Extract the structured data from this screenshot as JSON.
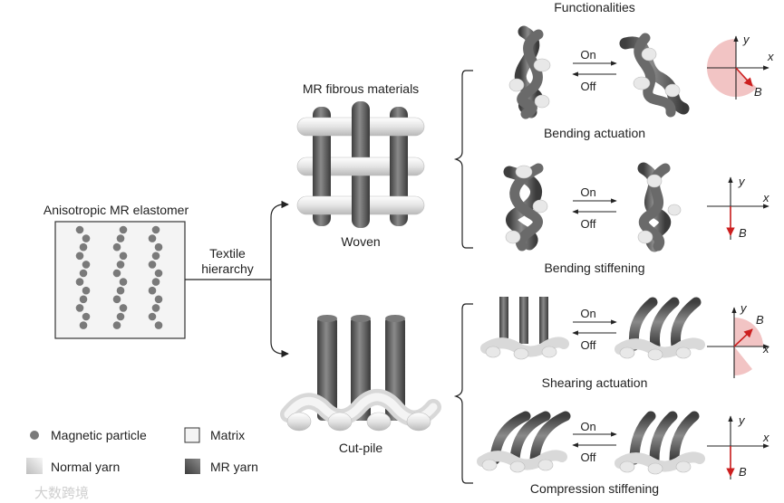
{
  "left_panel": {
    "title": "Anisotropic MR elastomer"
  },
  "hierarchy": {
    "label_line1": "Textile",
    "label_line2": "hierarchy"
  },
  "woven": {
    "title": "MR fibrous materials",
    "caption": "Woven"
  },
  "cutpile": {
    "caption": "Cut-pile"
  },
  "functionalities": {
    "header": "Functionalities",
    "on": "On",
    "off": "Off",
    "items": [
      {
        "caption": "Bending actuation",
        "field_label": "B"
      },
      {
        "caption": "Bending stiffening",
        "field_label": "B"
      },
      {
        "caption": "Shearing actuation",
        "field_label": "B"
      },
      {
        "caption": "Compression stiffening",
        "field_label": "B"
      }
    ],
    "axis_x": "x",
    "axis_y": "y"
  },
  "legend": {
    "magnetic_particle": "Magnetic particle",
    "matrix": "Matrix",
    "normal_yarn": "Normal yarn",
    "mr_yarn": "MR yarn"
  },
  "watermark": "大数跨境",
  "colors": {
    "mr_yarn": "#5a5a5a",
    "normal_yarn": "#e6e6e6",
    "field_arrow": "#cc1f1f",
    "field_sector": "#f2c4c4"
  }
}
